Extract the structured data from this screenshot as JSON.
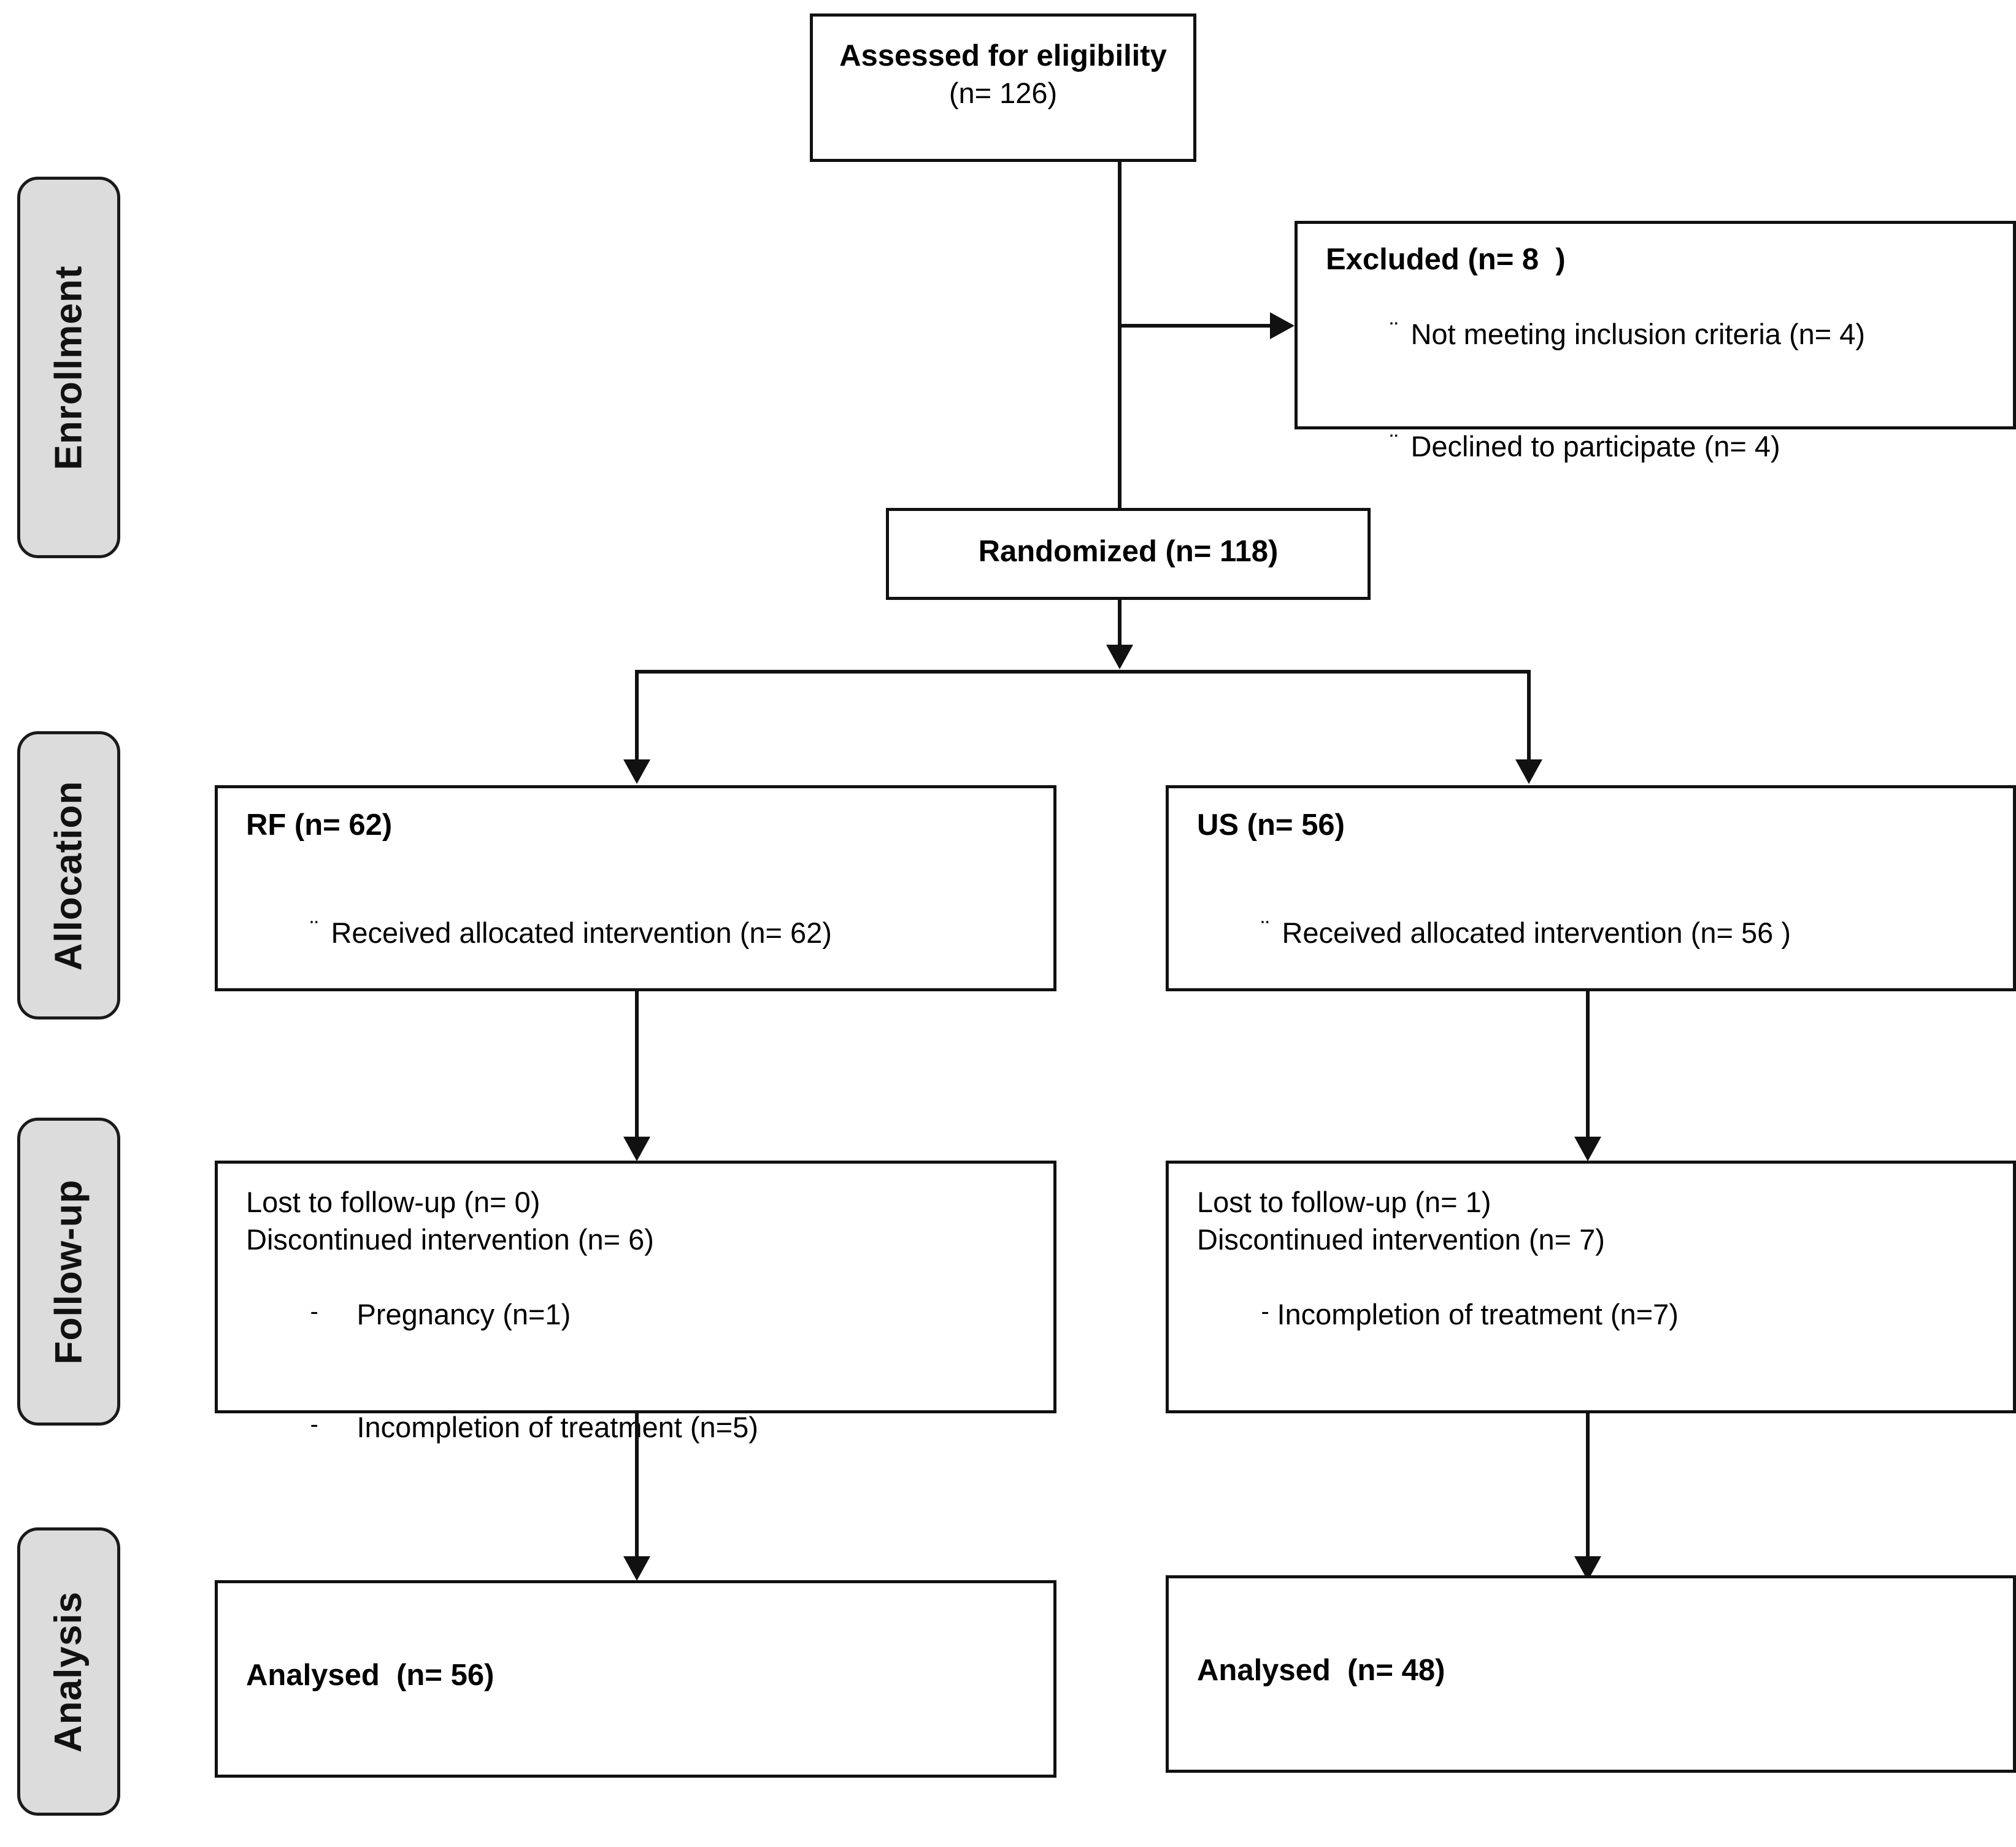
{
  "diagram": {
    "type": "CONSORT participant flow diagram",
    "phases": [
      {
        "id": "enrollment",
        "label": "Enrollment"
      },
      {
        "id": "allocation",
        "label": "Allocation"
      },
      {
        "id": "followup",
        "label": "Follow-up"
      },
      {
        "id": "analysis",
        "label": "Analysis"
      }
    ],
    "boxes": {
      "assessed": {
        "title": "Assessed for eligibility",
        "subtitle": "(n= 126)"
      },
      "excluded": {
        "title": "Excluded (n= 8  )",
        "bullet": "¨",
        "items": [
          "Not meeting inclusion criteria (n= 4)",
          "Declined to participate (n= 4)"
        ]
      },
      "randomized": {
        "title": "Randomized (n= 118)"
      },
      "alloc_left": {
        "title": "RF (n= 62)",
        "bullet": "¨",
        "items": [
          "Received allocated intervention (n= 62)"
        ]
      },
      "alloc_right": {
        "title": "US (n= 56)",
        "bullet": "¨",
        "items": [
          "Received allocated intervention (n= 56 )"
        ]
      },
      "followup_left": {
        "lines": [
          "Lost to follow-up (n= 0)",
          "Discontinued intervention (n= 6)"
        ],
        "bullet": "-",
        "items": [
          "Pregnancy (n=1)",
          "Incompletion of treatment (n=5)"
        ]
      },
      "followup_right": {
        "lines": [
          "Lost to follow-up (n= 1)",
          "Discontinued intervention (n= 7)"
        ],
        "bullet": "-",
        "items": [
          "Incompletion of treatment (n=7)"
        ]
      },
      "analysis_left": {
        "title": "Analysed  (n= 56)"
      },
      "analysis_right": {
        "title": "Analysed  (n= 48)"
      }
    },
    "colors": {
      "line": "#111111",
      "pill_fill": "#dcdcdc",
      "box_fill": "#ffffff",
      "text": "#000000"
    }
  }
}
